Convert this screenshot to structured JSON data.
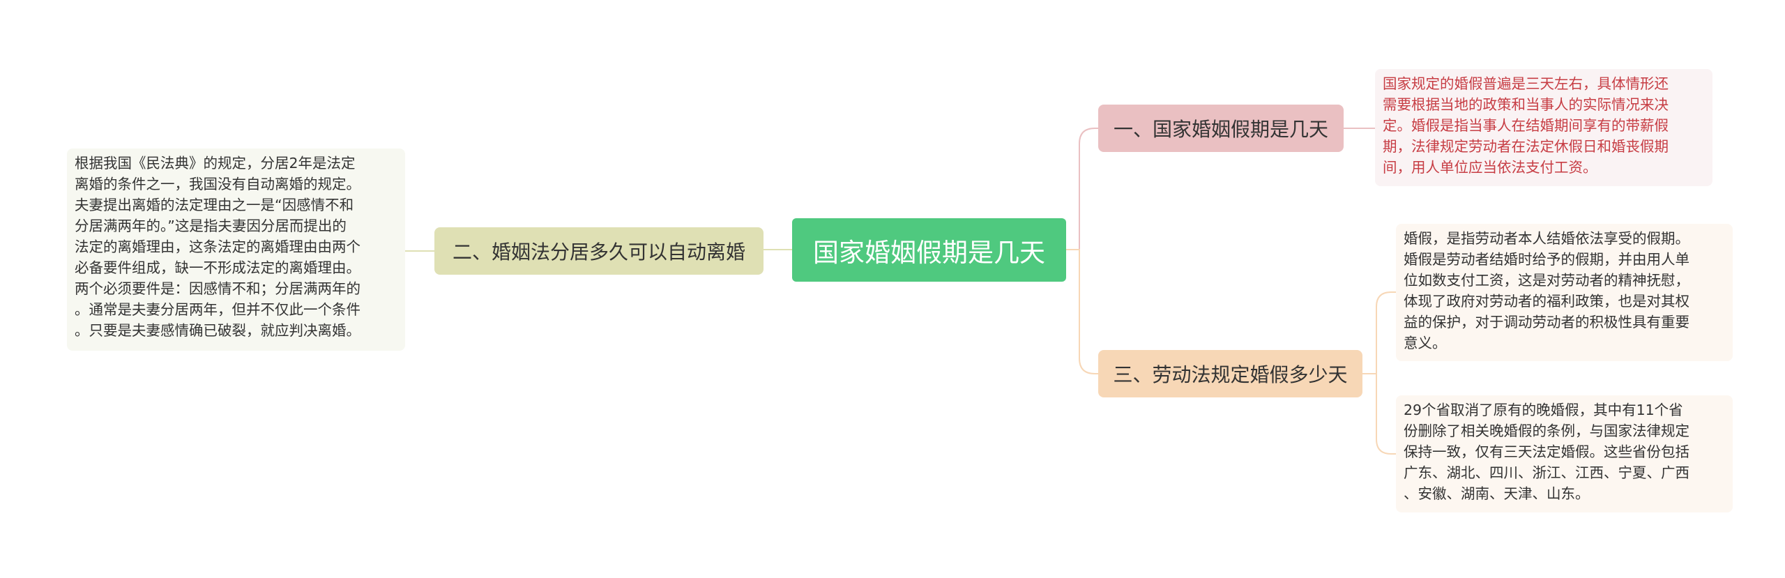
{
  "mindmap": {
    "center": {
      "label": "国家婚姻假期是几天"
    },
    "branches": [
      {
        "label": "一、国家婚姻假期是几天",
        "color": "#eac0c2",
        "notes": [
          "国家规定的婚假普遍是三天左右，具体情形还\n需要根据当地的政策和当事人的实际情况来决\n定。婚假是指当事人在结婚期间享有的带薪假\n期，法律规定劳动者在法定休假日和婚丧假期\n间，用人单位应当依法支付工资。"
        ]
      },
      {
        "label": "二、婚姻法分居多久可以自动离婚",
        "color": "#dfe0b4",
        "notes": [
          "根据我国《民法典》的规定，分居2年是法定\n离婚的条件之一，我国没有自动离婚的规定。\n夫妻提出离婚的法定理由之一是“因感情不和\n分居满两年的。”这是指夫妻因分居而提出的\n法定的离婚理由，这条法定的离婚理由由两个\n必备要件组成，缺一不形成法定的离婚理由。\n两个必须要件是：因感情不和；分居满两年的\n。通常是夫妻分居两年，但并不仅此一个条件\n。只要是夫妻感情确已破裂，就应判决离婚。"
        ]
      },
      {
        "label": "三、劳动法规定婚假多少天",
        "color": "#f7d7b6",
        "notes": [
          "婚假，是指劳动者本人结婚依法享受的假期。\n婚假是劳动者结婚时给予的假期，并由用人单\n位如数支付工资，这是对劳动者的精神抚慰，\n体现了政府对劳动者的福利政策，也是对其权\n益的保护，对于调动劳动者的积极性具有重要\n意义。",
          "29个省取消了原有的晚婚假，其中有11个省\n份删除了相关晚婚假的条例，与国家法律规定\n保持一致，仅有三天法定婚假。这些省份包括\n广东、湖北、四川、浙江、江西、宁夏、广西\n、安徽、湖南、天津、山东。"
        ]
      }
    ],
    "colors": {
      "center": "#4fc97f",
      "link_branch1": "#eac0c2",
      "link_branch2": "#dfe0b4",
      "link_branch3": "#f7d7b6",
      "note1_text": "#c73d44"
    }
  }
}
